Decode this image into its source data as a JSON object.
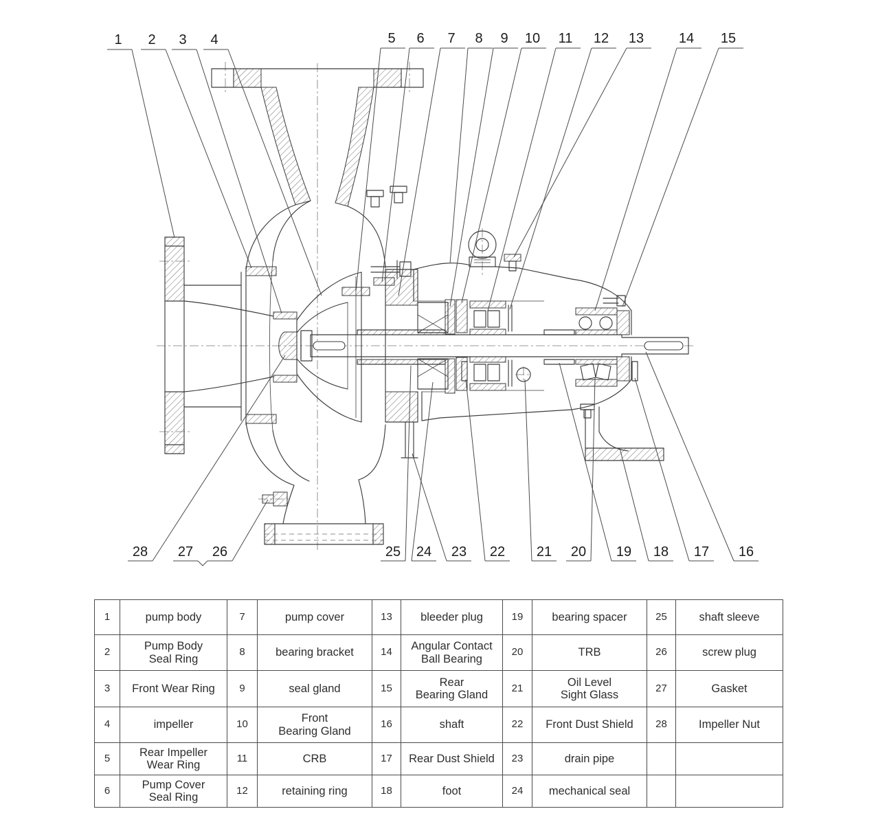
{
  "diagram": {
    "description": "Centrifugal pump cross-section drawing with numbered part callouts",
    "callouts": [
      "1",
      "2",
      "3",
      "4",
      "5",
      "6",
      "7",
      "8",
      "9",
      "10",
      "11",
      "12",
      "13",
      "14",
      "15",
      "16",
      "17",
      "18",
      "19",
      "20",
      "21",
      "22",
      "23",
      "24",
      "25",
      "26",
      "27",
      "28"
    ]
  },
  "parts_table": {
    "entries": [
      {
        "no": "1",
        "name": "pump body"
      },
      {
        "no": "2",
        "name": "Pump Body\nSeal Ring"
      },
      {
        "no": "3",
        "name": "Front Wear Ring"
      },
      {
        "no": "4",
        "name": "impeller"
      },
      {
        "no": "5",
        "name": "Rear Impeller\nWear Ring"
      },
      {
        "no": "6",
        "name": "Pump Cover\nSeal Ring"
      },
      {
        "no": "7",
        "name": "pump cover"
      },
      {
        "no": "8",
        "name": "bearing bracket"
      },
      {
        "no": "9",
        "name": "seal gland"
      },
      {
        "no": "10",
        "name": "Front\nBearing Gland"
      },
      {
        "no": "11",
        "name": "CRB"
      },
      {
        "no": "12",
        "name": "retaining ring"
      },
      {
        "no": "13",
        "name": "bleeder plug"
      },
      {
        "no": "14",
        "name": "Angular Contact\nBall Bearing"
      },
      {
        "no": "15",
        "name": "Rear\nBearing Gland"
      },
      {
        "no": "16",
        "name": "shaft"
      },
      {
        "no": "17",
        "name": "Rear Dust Shield"
      },
      {
        "no": "18",
        "name": "foot"
      },
      {
        "no": "19",
        "name": "bearing spacer"
      },
      {
        "no": "20",
        "name": "TRB"
      },
      {
        "no": "21",
        "name": "Oil Level\nSight Glass"
      },
      {
        "no": "22",
        "name": "Front Dust Shield"
      },
      {
        "no": "23",
        "name": "drain pipe"
      },
      {
        "no": "24",
        "name": "mechanical seal"
      },
      {
        "no": "25",
        "name": "shaft sleeve"
      },
      {
        "no": "26",
        "name": "screw plug"
      },
      {
        "no": "27",
        "name": "Gasket"
      },
      {
        "no": "28",
        "name": "Impeller Nut"
      }
    ]
  }
}
